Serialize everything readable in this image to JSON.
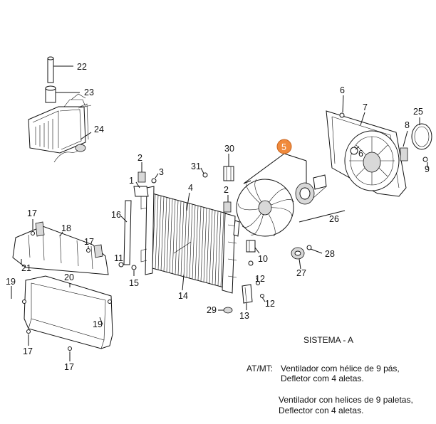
{
  "diagram": {
    "callouts": {
      "p22": "22",
      "p23": "23",
      "p24": "24",
      "p6a": "6",
      "p7": "7",
      "p25": "25",
      "p8": "8",
      "p6b": "6",
      "p9": "9",
      "p5": "5",
      "p30": "30",
      "p31": "31",
      "p2a": "2",
      "p3": "3",
      "p1": "1",
      "p4": "4",
      "p2b": "2",
      "p26": "26",
      "p16": "16",
      "p17a": "17",
      "p18": "18",
      "p17b": "17",
      "p21": "21",
      "p11": "11",
      "p10": "10",
      "p28": "28",
      "p15": "15",
      "p27": "27",
      "p20": "20",
      "p19a": "19",
      "p14": "14",
      "p12a": "12",
      "p12b": "12",
      "p29": "29",
      "p13": "13",
      "p19b": "19",
      "p17c": "17",
      "p17d": "17"
    },
    "highlight_color": "#f08a3c"
  },
  "legend": {
    "system": "SISTEMA - A",
    "variant_code": "AT/MT:",
    "line1": "Ventilador com hélice de 9 pás,",
    "line2": "Defletor com 4 aletas.",
    "line3": "Ventilador con helices de 9 paletas,",
    "line4": "Deflector con 4 aletas."
  }
}
